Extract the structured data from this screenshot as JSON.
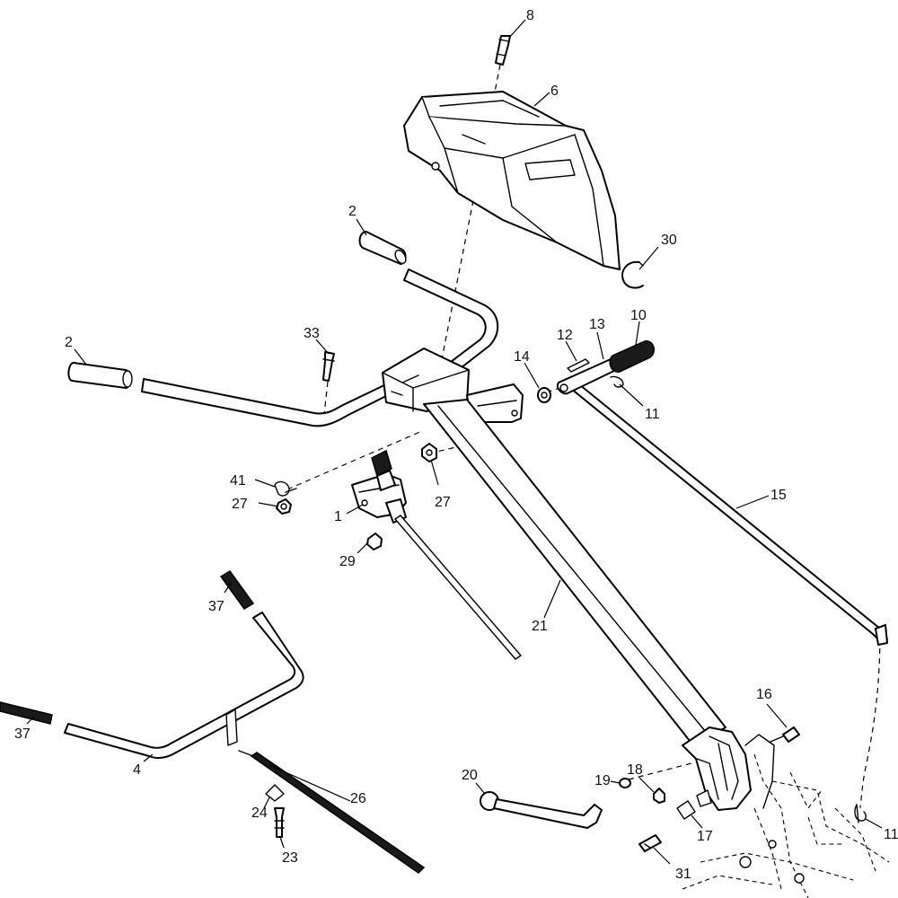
{
  "diagram": {
    "type": "exploded-parts-view",
    "callouts": {
      "c8": "8",
      "c6": "6",
      "c2a": "2",
      "c30": "30",
      "c2b": "2",
      "c33": "33",
      "c10": "10",
      "c13": "13",
      "c12": "12",
      "c14": "14",
      "c11a": "11",
      "c41": "41",
      "c27a": "27",
      "c27b": "27",
      "c1": "1",
      "c15": "15",
      "c29": "29",
      "c37a": "37",
      "c21": "21",
      "c37b": "37",
      "c16": "16",
      "c4": "4",
      "c20": "20",
      "c19": "19",
      "c18": "18",
      "c26": "26",
      "c24": "24",
      "c17": "17",
      "c11b": "11",
      "c23": "23",
      "c31": "31"
    }
  }
}
